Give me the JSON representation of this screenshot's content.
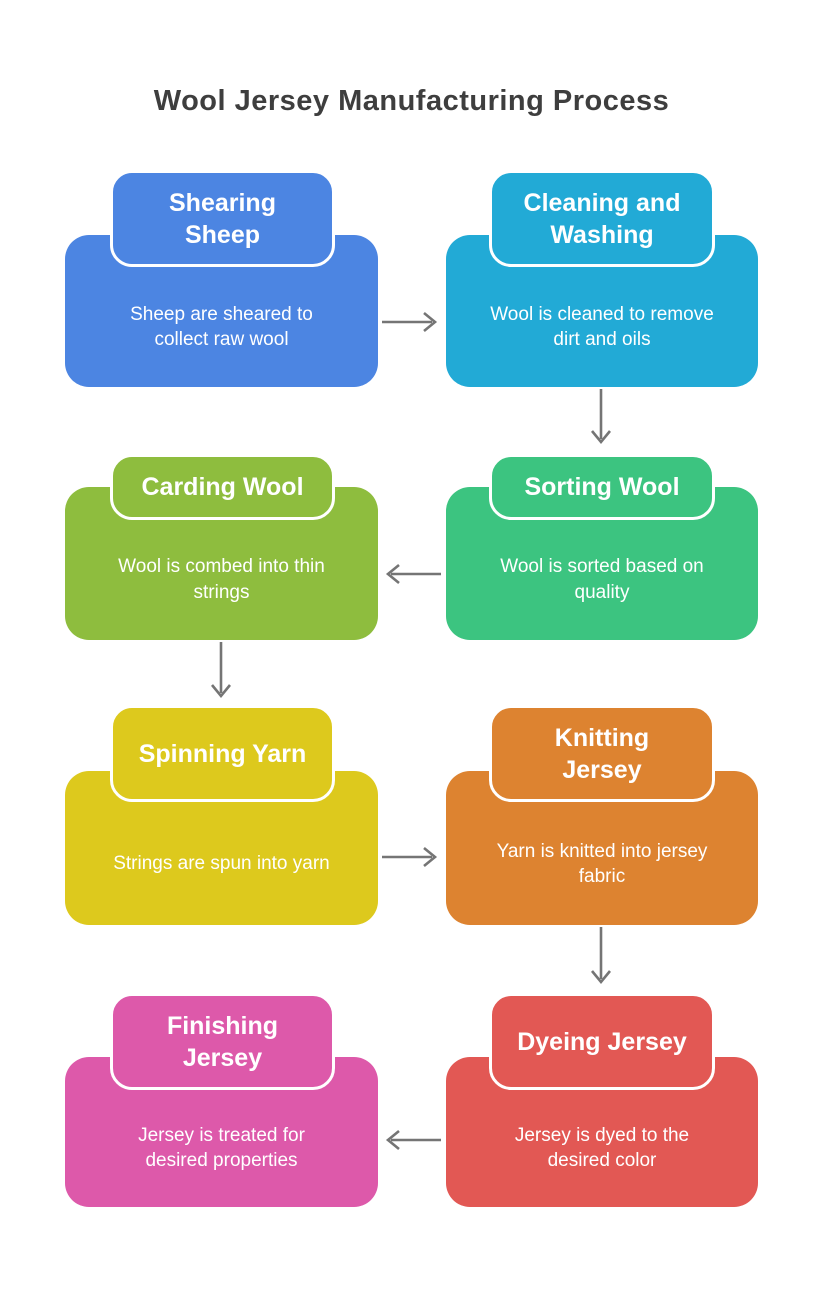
{
  "page": {
    "title": "Wool Jersey Manufacturing Process",
    "title_color": "#3e3e3e",
    "background_color": "#ffffff",
    "arrow_color": "#757575"
  },
  "nodes": [
    {
      "id": "shearing-sheep",
      "step": 1,
      "title": "Shearing\nSheep",
      "description": "Sheep are sheared to\ncollect raw wool",
      "color": "#4c85e2"
    },
    {
      "id": "cleaning-washing",
      "step": 2,
      "title": "Cleaning and\nWashing",
      "description": "Wool is cleaned to remove\ndirt and oils",
      "color": "#22aad6"
    },
    {
      "id": "sorting-wool",
      "step": 3,
      "title": "Sorting Wool",
      "description": "Wool is sorted based on\nquality",
      "color": "#3cc480"
    },
    {
      "id": "carding-wool",
      "step": 4,
      "title": "Carding Wool",
      "description": "Wool is combed into thin\nstrings",
      "color": "#8ebd3e"
    },
    {
      "id": "spinning-yarn",
      "step": 5,
      "title": "Spinning Yarn",
      "description": "Strings are spun into yarn",
      "color": "#ddc91d"
    },
    {
      "id": "knitting-jersey",
      "step": 6,
      "title": "Knitting\nJersey",
      "description": "Yarn is knitted into jersey\nfabric",
      "color": "#dd8330"
    },
    {
      "id": "dyeing-jersey",
      "step": 7,
      "title": "Dyeing Jersey",
      "description": "Jersey is dyed to the\ndesired color",
      "color": "#e25854"
    },
    {
      "id": "finishing-jersey",
      "step": 8,
      "title": "Finishing\nJersey",
      "description": "Jersey is treated for\ndesired properties",
      "color": "#dd59aa"
    }
  ],
  "flow": [
    {
      "from": "Shearing Sheep",
      "to": "Cleaning and Washing",
      "direction": "right"
    },
    {
      "from": "Cleaning and Washing",
      "to": "Sorting Wool",
      "direction": "down"
    },
    {
      "from": "Sorting Wool",
      "to": "Carding Wool",
      "direction": "left"
    },
    {
      "from": "Carding Wool",
      "to": "Spinning Yarn",
      "direction": "down"
    },
    {
      "from": "Spinning Yarn",
      "to": "Knitting Jersey",
      "direction": "right"
    },
    {
      "from": "Knitting Jersey",
      "to": "Dyeing Jersey",
      "direction": "down"
    },
    {
      "from": "Dyeing Jersey",
      "to": "Finishing Jersey",
      "direction": "left"
    }
  ]
}
